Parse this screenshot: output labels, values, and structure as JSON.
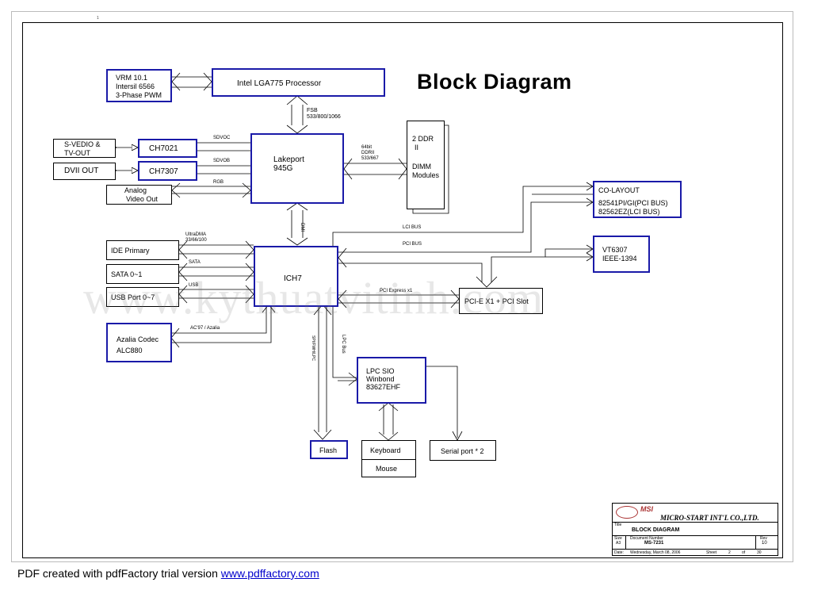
{
  "title": "Block Diagram",
  "blocks": {
    "vrm": [
      "VRM 10.1",
      "Intersil 6566",
      "3-Phase PWM"
    ],
    "cpu": "Intel LGA775 Processor",
    "svideo": [
      "S-VEDIO &",
      "TV-OUT"
    ],
    "ch7021": "CH7021",
    "dvi": "DVII OUT",
    "ch7307": "CH7307",
    "analog": [
      "Analog",
      "Video Out"
    ],
    "lakeport": [
      "Lakeport",
      "945G"
    ],
    "ddr": [
      "2 DDR",
      "II",
      "DIMM",
      "Modules"
    ],
    "colayout": [
      "CO-LAYOUT",
      "82541PI/GI(PCI BUS)",
      "82562EZ(LCI BUS)"
    ],
    "vt6307": [
      "VT6307",
      "IEEE-1394"
    ],
    "ide": "IDE Primary",
    "sata": "SATA 0~1",
    "usb": "USB Port 0~7",
    "ich7": "ICH7",
    "pcie": "PCI-E X1 + PCI Slot",
    "azalia": [
      "Azalia Codec",
      "ALC880"
    ],
    "lpc": [
      "LPC SIO",
      "Winbond",
      "83627EHF"
    ],
    "flash": "Flash",
    "keyboard": "Keyboard",
    "mouse": "Mouse",
    "serial": "Serial port * 2"
  },
  "bus_labels": {
    "fsb": [
      "FSB",
      "533/800/1066"
    ],
    "sdvoc": "SDVOC",
    "sdvob": "SDVOB",
    "rgb": "RGB",
    "ddr": [
      "64bit",
      "DDRII",
      "533/667"
    ],
    "dmi": "DMI",
    "lci_bus": "LCI BUS",
    "pci_bus": "PCI BUS",
    "ultradma": [
      "UltraDMA",
      "33/66/100"
    ],
    "sata": "SATA",
    "usb": "USB",
    "pci_express": "PCI Express x1",
    "ac97": "AC'97 / Azalia",
    "lpc_bus": "LPC Bus",
    "spi": "SPI/FWH/LPC"
  },
  "title_block": {
    "company": "MICRO-START INT'L CO.,LTD.",
    "logo": "MSI",
    "title_label": "Title",
    "title": "BLOCK DIAGRAM",
    "size_label": "Size",
    "size": "A3",
    "docnum_label": "Document Number",
    "docnum": "MS-7231",
    "rev_label": "Rev",
    "rev": "10",
    "date_label": "Date:",
    "date": "Wednesday, March 08, 2006",
    "sheet_label": "Sheet",
    "sheet": "2",
    "of_label": "of",
    "of": "30"
  },
  "watermark": "www.kythuatvitinh.com",
  "footer": {
    "text": "PDF created with pdfFactory trial version ",
    "link": "www.pdffactory.com"
  }
}
